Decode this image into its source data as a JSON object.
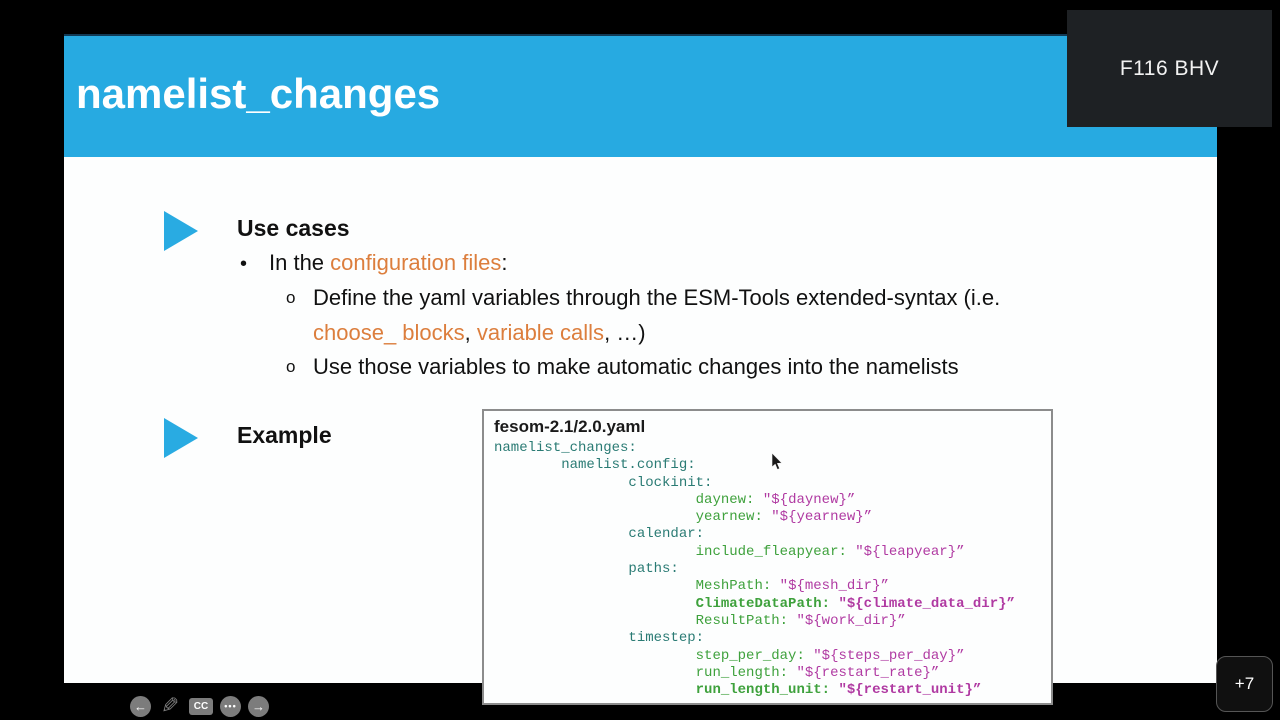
{
  "meeting": {
    "participant_label": "F116 BHV",
    "more_participants_badge": "+7"
  },
  "controls": {
    "back_icon": "←",
    "edit_icon": "✎",
    "cc_label": "CC",
    "more_icon": "•••",
    "forward_icon": "→"
  },
  "slide": {
    "title": "namelist_changes",
    "use_cases": {
      "heading": "Use cases",
      "bullet_marker": "•",
      "sub_marker": "o",
      "bullet1": {
        "segments": [
          {
            "text": "In the "
          },
          {
            "text": "configuration files",
            "highlight": "orange"
          },
          {
            "text": ":"
          }
        ]
      },
      "sub1": {
        "text": "Define the yaml variables through the ESM-Tools extended-syntax (i.e."
      },
      "sub1_cont": {
        "segments": [
          {
            "text": "choose_ blocks",
            "highlight": "orange"
          },
          {
            "text": ", "
          },
          {
            "text": "variable calls",
            "highlight": "orange"
          },
          {
            "text": ", …)"
          }
        ]
      },
      "sub2": {
        "text": "Use those variables to make automatic changes into the namelists"
      }
    },
    "example": {
      "heading": "Example"
    },
    "code_block": {
      "filename": "fesom-2.1/2.0.yaml",
      "lines": [
        {
          "indent": 0,
          "key": "namelist_changes:",
          "type": "section"
        },
        {
          "indent": 8,
          "key": "namelist.config:",
          "type": "section"
        },
        {
          "indent": 16,
          "key": "clockinit:",
          "type": "section"
        },
        {
          "indent": 24,
          "key": "daynew:",
          "value": "\"${daynew}”",
          "type": "key"
        },
        {
          "indent": 24,
          "key": "yearnew:",
          "value": "\"${yearnew}”",
          "type": "key"
        },
        {
          "indent": 16,
          "key": "calendar:",
          "type": "section"
        },
        {
          "indent": 24,
          "key": "include_fleapyear:",
          "value": "\"${leapyear}”",
          "type": "key"
        },
        {
          "indent": 16,
          "key": "paths:",
          "type": "section"
        },
        {
          "indent": 24,
          "key": "MeshPath:",
          "value": "\"${mesh_dir}”",
          "type": "key"
        },
        {
          "indent": 24,
          "key": "ClimateDataPath:",
          "value": "\"${climate_data_dir}”",
          "type": "key",
          "bold": true
        },
        {
          "indent": 24,
          "key": "ResultPath:",
          "value": "\"${work_dir}”",
          "type": "key"
        },
        {
          "indent": 16,
          "key": "timestep:",
          "type": "section"
        },
        {
          "indent": 24,
          "key": "step_per_day:",
          "value": "\"${steps_per_day}”",
          "type": "key"
        },
        {
          "indent": 24,
          "key": "run_length:",
          "value": "\"${restart_rate}”",
          "type": "key"
        },
        {
          "indent": 24,
          "key": "run_length_unit:",
          "value": "\"${restart_unit}”",
          "type": "key",
          "bold": true
        }
      ]
    }
  },
  "colors": {
    "header_blue": "#27aae1",
    "accent_orange": "#dc7e3d",
    "code_section_teal": "#2a7b74",
    "code_key_green": "#3ea13c",
    "code_value_magenta": "#b03aa2",
    "background": "#000000"
  }
}
